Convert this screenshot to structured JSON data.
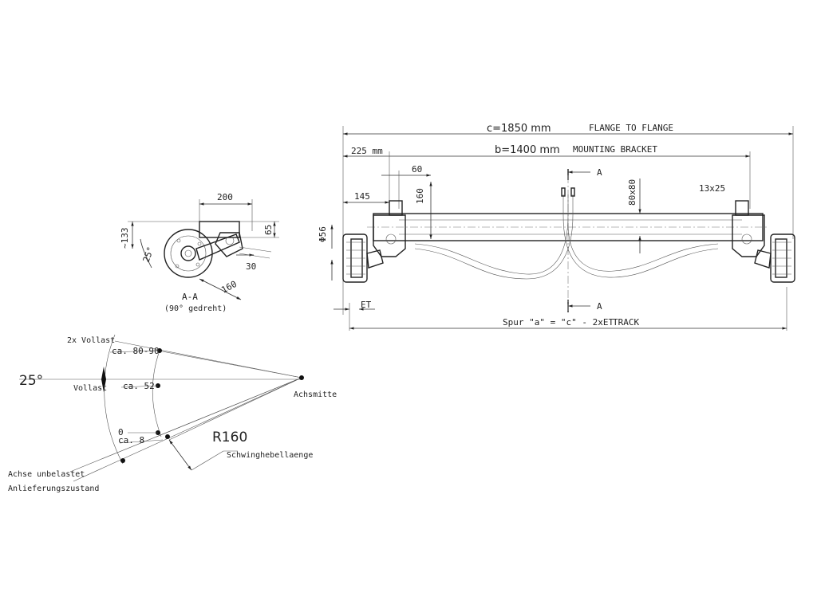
{
  "main_view": {
    "flange_value": "c=1850 mm",
    "flange_label": "FLANGE TO FLANGE",
    "offset_225": "225 mm",
    "bracket_value": "b=1400 mm",
    "bracket_label": "MOUNTING BRACKET",
    "dim_60": "60",
    "dim_145": "145",
    "dim_160": "160",
    "dim_80x80": "80x80",
    "dim_13x25": "13x25",
    "dim_phi56": "Φ56",
    "section_a_top": "A",
    "section_a_bottom": "A",
    "et_label": "ET",
    "track_formula": "Spur \"a\" = \"c\" - 2xET",
    "track_label": "TRACK"
  },
  "section_view": {
    "dim_200": "200",
    "dim_133": "~133",
    "dim_65": "65",
    "dim_25deg": "25°",
    "dim_30": "30",
    "dim_160": "160",
    "title": "A-A",
    "subtitle": "(90° gedreht)"
  },
  "angle_diagram": {
    "angle_label": "25°",
    "double_load": "2x Vollast",
    "full_load": "Vollast",
    "range_80_90": "ca. 80-90",
    "range_52": "ca. 52",
    "zero": "0",
    "range_8": "ca. 8",
    "radius": "R160",
    "lever_length": "Schwinghebellaenge",
    "axle_center": "Achsmitte",
    "unloaded": "Achse unbelastet",
    "delivery_state": "Anlieferungszustand"
  }
}
